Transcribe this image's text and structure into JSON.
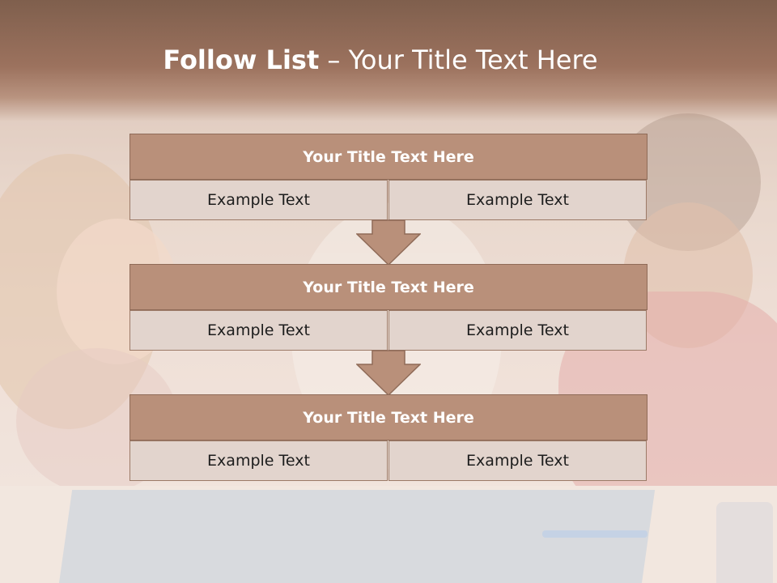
{
  "slide": {
    "title_bold": "Follow List",
    "title_rest": "– Your Title Text Here"
  },
  "steps": [
    {
      "title": "Your Title Text Here",
      "left": "Example Text",
      "right": "Example Text"
    },
    {
      "title": "Your Title Text Here",
      "left": "Example Text",
      "right": "Example Text"
    },
    {
      "title": "Your Title Text Here",
      "left": "Example Text",
      "right": "Example Text"
    }
  ],
  "colors": {
    "header": "#9c725e",
    "box_title": "#b9907a",
    "box_cell": "#e2d4cd",
    "arrow": "#b9907a"
  }
}
